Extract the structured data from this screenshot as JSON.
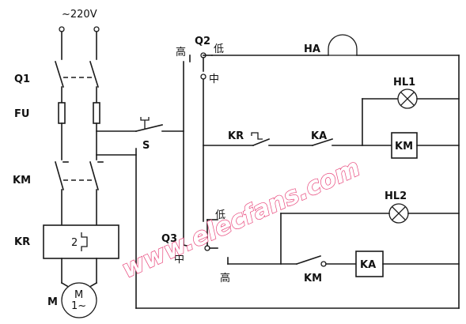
{
  "labels": {
    "supply": "~220V",
    "q1": "Q1",
    "fu": "FU",
    "km_contact": "KM",
    "kr": "KR",
    "kr_num": "2",
    "motor_m": "M",
    "motor_inner_m": "M",
    "motor_inner_sym": "1~",
    "q2": "Q2",
    "q2_high": "高",
    "q2_low": "低",
    "q2_mid": "中",
    "s": "S",
    "ha": "HA",
    "hl1": "HL1",
    "kr_nc": "KR",
    "ka_no": "KA",
    "km_coil": "KM",
    "hl2": "HL2",
    "q3": "Q3",
    "q3_low": "低",
    "q3_mid": "中",
    "q3_high": "高",
    "km_no2": "KM",
    "ka_coil": "KA"
  },
  "watermark": "www.elecfans.com",
  "colors": {
    "line": "#1a1a1a",
    "watermark": "#e8457a",
    "background": "#ffffff"
  }
}
